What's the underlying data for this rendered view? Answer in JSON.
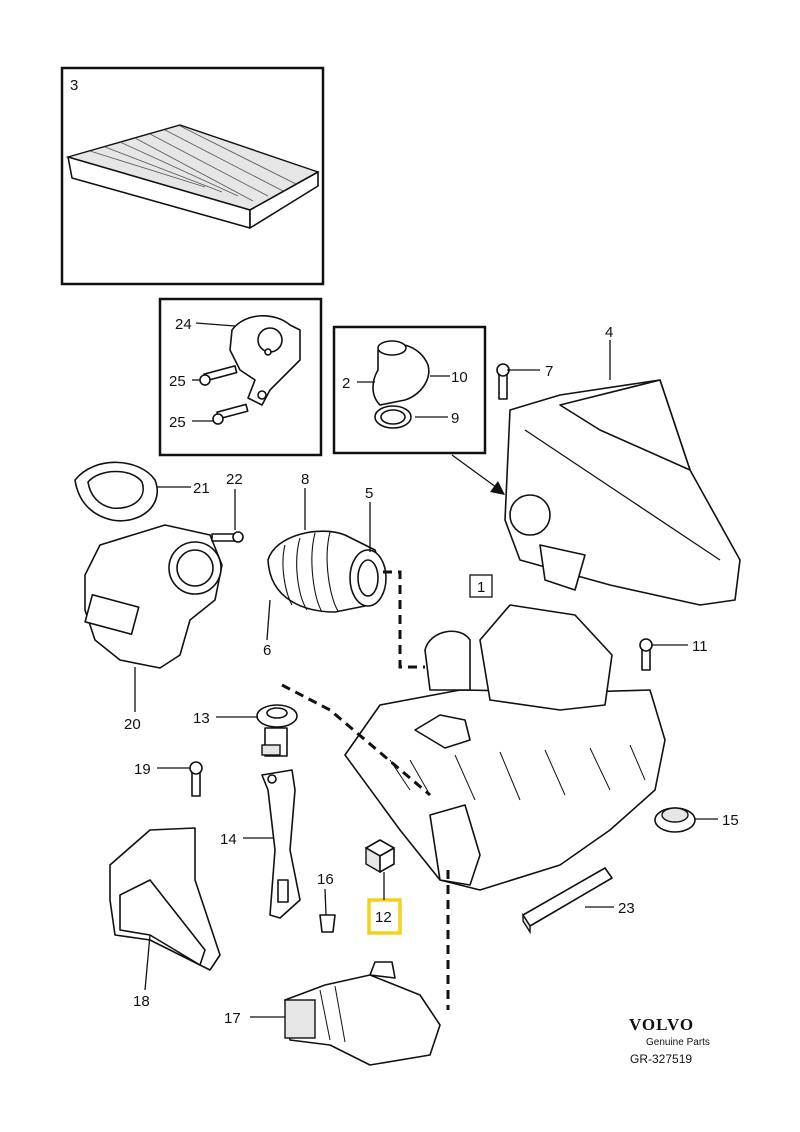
{
  "callouts": [
    {
      "id": "3",
      "label": "3"
    },
    {
      "id": "24",
      "label": "24"
    },
    {
      "id": "25a",
      "label": "25"
    },
    {
      "id": "25b",
      "label": "25"
    },
    {
      "id": "2",
      "label": "2"
    },
    {
      "id": "10",
      "label": "10"
    },
    {
      "id": "9",
      "label": "9"
    },
    {
      "id": "4",
      "label": "4"
    },
    {
      "id": "7",
      "label": "7"
    },
    {
      "id": "21",
      "label": "21"
    },
    {
      "id": "22",
      "label": "22"
    },
    {
      "id": "8",
      "label": "8"
    },
    {
      "id": "5",
      "label": "5"
    },
    {
      "id": "6",
      "label": "6"
    },
    {
      "id": "20",
      "label": "20"
    },
    {
      "id": "1",
      "label": "1"
    },
    {
      "id": "11",
      "label": "11"
    },
    {
      "id": "13",
      "label": "13"
    },
    {
      "id": "19",
      "label": "19"
    },
    {
      "id": "14",
      "label": "14"
    },
    {
      "id": "16",
      "label": "16"
    },
    {
      "id": "12",
      "label": "12"
    },
    {
      "id": "15",
      "label": "15"
    },
    {
      "id": "23",
      "label": "23"
    },
    {
      "id": "18",
      "label": "18"
    },
    {
      "id": "17",
      "label": "17"
    }
  ],
  "highlight_color": "#f2d21b",
  "branding": {
    "logo_text": "VOLVO",
    "tagline": "Genuine Parts",
    "reference": "GR-327519"
  }
}
